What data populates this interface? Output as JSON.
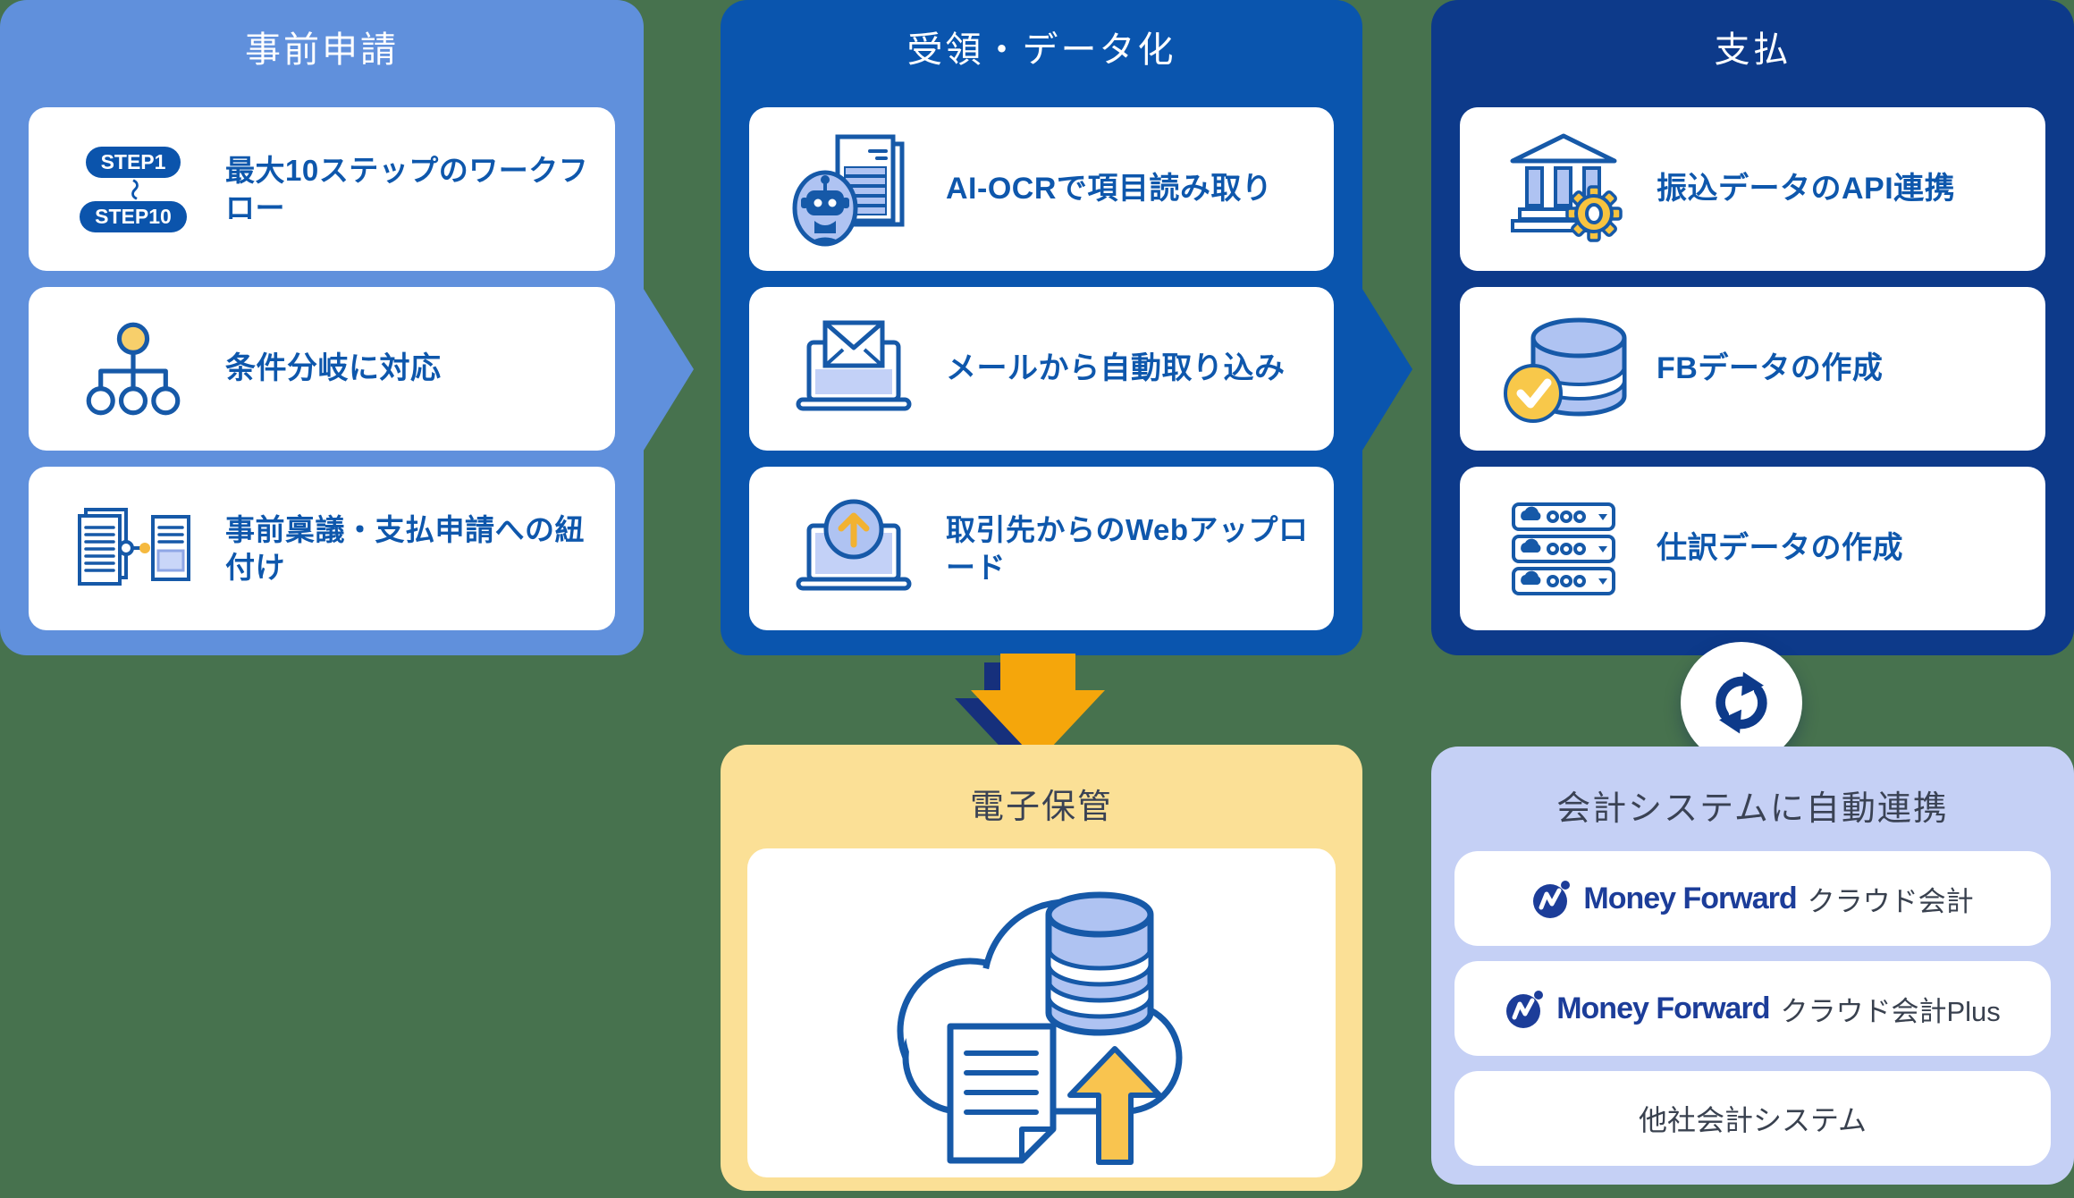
{
  "page": {
    "background": "#47724E"
  },
  "flow_columns": [
    {
      "title": "事前申請",
      "bg": "#6090DC",
      "cards": [
        {
          "icon": "step-range-badges",
          "badges": {
            "from": "STEP1",
            "separator": "〜",
            "to": "STEP10"
          },
          "label": "最大10ステップのワークフロー"
        },
        {
          "icon": "branch-icon",
          "label": "条件分岐に対応"
        },
        {
          "icon": "linked-documents-icon",
          "label": "事前稟議・支払申請への紐付け"
        }
      ]
    },
    {
      "title": "受領・データ化",
      "bg": "#0A55AE",
      "cards": [
        {
          "icon": "ai-ocr-robot-document-icon",
          "label": "AI-OCRで項目読み取り"
        },
        {
          "icon": "email-laptop-icon",
          "label": "メールから自動取り込み"
        },
        {
          "icon": "web-upload-laptop-icon",
          "label": "取引先からのWebアップロード"
        }
      ]
    },
    {
      "title": "支払",
      "bg": "#0D3A8A",
      "cards": [
        {
          "icon": "bank-gear-icon",
          "label": "振込データのAPI連携"
        },
        {
          "icon": "database-check-icon",
          "label": "FBデータの作成"
        },
        {
          "icon": "server-stack-icon",
          "label": "仕訳データの作成"
        }
      ]
    }
  ],
  "storage_panel": {
    "title": "電子保管",
    "bg": "#FBE096",
    "illustration": "cloud-database-upload"
  },
  "accounting_panel": {
    "title": "会計システムに自動連携",
    "bg": "#C5D0F5",
    "rows": [
      {
        "brand": "Money Forward",
        "suffix": "クラウド会計"
      },
      {
        "brand": "Money Forward",
        "suffix": "クラウド会計Plus"
      },
      {
        "label": "他社会計システム"
      }
    ]
  },
  "connectors": {
    "right_arrow_1_color": "#6090DC",
    "right_arrow_2_color": "#0A55AE",
    "down_arrow_color": "#F5A60B",
    "down_arrow_shadow": "#16307C",
    "sync_arrows_color": "#0D3A8A"
  },
  "palette": {
    "feature_text": "#0E57AC",
    "panel_title_text": "#3A4254",
    "money_forward_navy": "#1C3D99",
    "icon_stroke": "#1659A8",
    "icon_fill_periwinkle": "#AFC3F2",
    "icon_fill_light": "#C9D6F8",
    "icon_yellow": "#F7C548"
  }
}
